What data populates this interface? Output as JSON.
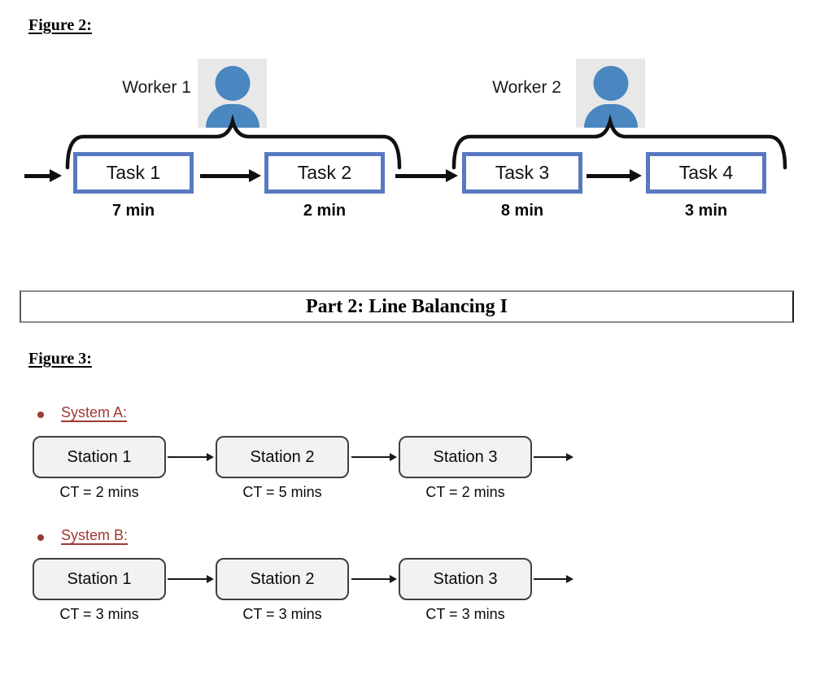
{
  "document": {
    "figure2_heading": "Figure 2:",
    "part2_title": "Part 2: Line Balancing I",
    "figure3_heading": "Figure 3:"
  },
  "figure2": {
    "workers": [
      {
        "label": "Worker 1"
      },
      {
        "label": "Worker 2"
      }
    ],
    "tasks": [
      {
        "label": "Task 1",
        "duration": "7 min"
      },
      {
        "label": "Task 2",
        "duration": "2 min"
      },
      {
        "label": "Task 3",
        "duration": "8 min"
      },
      {
        "label": "Task 4",
        "duration": "3 min"
      }
    ]
  },
  "figure3": {
    "systems": [
      {
        "label": "System A:",
        "stations": [
          {
            "label": "Station 1",
            "cycle_time": "CT = 2 mins"
          },
          {
            "label": "Station 2",
            "cycle_time": "CT = 5 mins"
          },
          {
            "label": "Station 3",
            "cycle_time": "CT = 2 mins"
          }
        ]
      },
      {
        "label": "System B:",
        "stations": [
          {
            "label": "Station 1",
            "cycle_time": "CT = 3 mins"
          },
          {
            "label": "Station 2",
            "cycle_time": "CT = 3 mins"
          },
          {
            "label": "Station 3",
            "cycle_time": "CT = 3 mins"
          }
        ]
      }
    ]
  },
  "colors": {
    "task_box_border": "#5679C1",
    "person_icon_blue": "#4A86C0",
    "person_icon_bg": "#E8E8E8",
    "station_fill": "#F2F2F2",
    "station_border": "#3F3F3F",
    "system_label_red": "#A13832"
  }
}
